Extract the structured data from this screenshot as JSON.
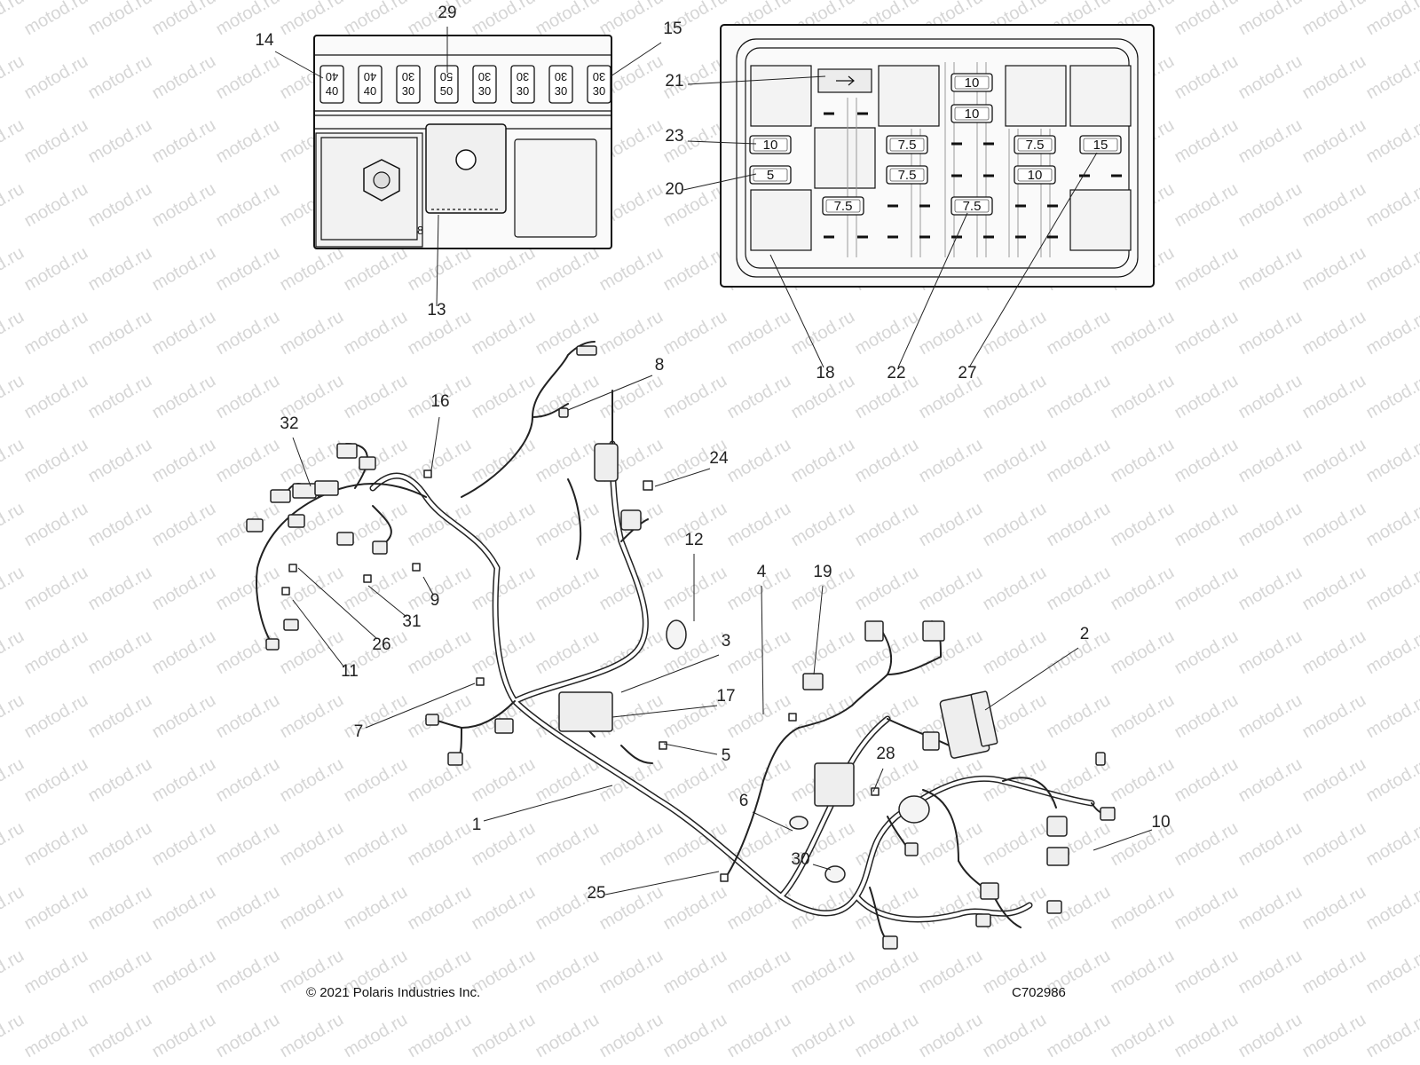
{
  "watermark": "motod.ru",
  "footer": {
    "copyright": "© 2021 Polaris Industries Inc.",
    "drawing_id": "C702986"
  },
  "left_fuse_box": {
    "fuses": [
      {
        "top": "40",
        "bottom": "40"
      },
      {
        "top": "40",
        "bottom": "40"
      },
      {
        "top": "30",
        "bottom": "30"
      },
      {
        "top": "50",
        "bottom": "50"
      },
      {
        "top": "30",
        "bottom": "30"
      },
      {
        "top": "30",
        "bottom": "30"
      },
      {
        "top": "30",
        "bottom": "30"
      },
      {
        "top": "30",
        "bottom": "30"
      }
    ],
    "small_mark": "8"
  },
  "right_fuse_box": {
    "fuses": [
      "10",
      "10",
      "10",
      "7.5",
      "7.5",
      "15",
      "5",
      "7.5",
      "10",
      "7.5",
      "7.5"
    ]
  },
  "callouts": [
    "1",
    "2",
    "3",
    "4",
    "5",
    "6",
    "7",
    "8",
    "9",
    "10",
    "11",
    "12",
    "13",
    "14",
    "15",
    "16",
    "17",
    "18",
    "19",
    "20",
    "21",
    "22",
    "23",
    "24",
    "25",
    "26",
    "27",
    "28",
    "29",
    "30",
    "31",
    "32"
  ]
}
